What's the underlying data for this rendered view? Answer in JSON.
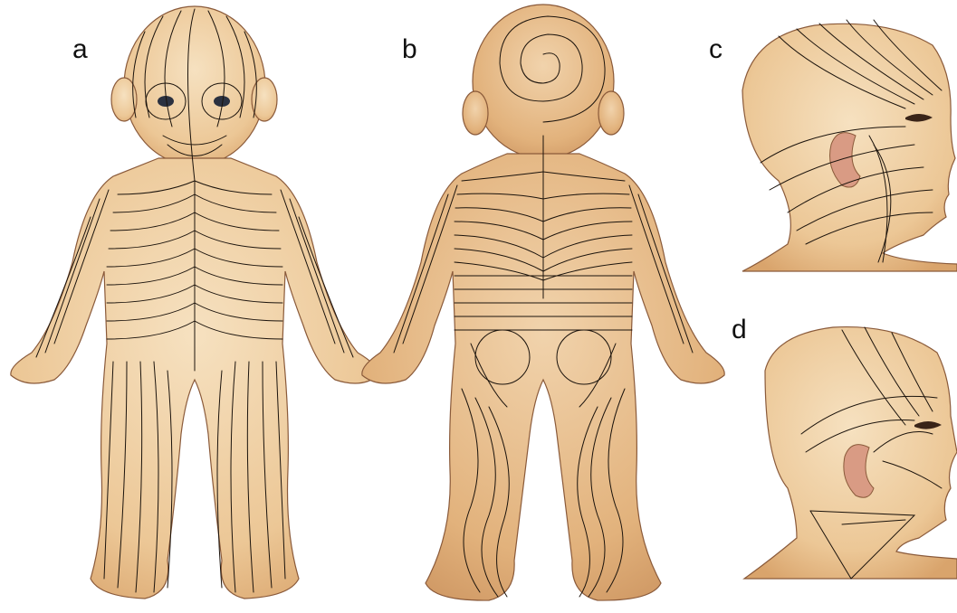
{
  "panels": [
    {
      "id": "a",
      "label": "a"
    },
    {
      "id": "b",
      "label": "b"
    },
    {
      "id": "c",
      "label": "c"
    },
    {
      "id": "d",
      "label": "d"
    }
  ],
  "colors": {
    "skin_light": "#f3d9b4",
    "skin_mid": "#e6bb87",
    "skin_dark": "#c98d5a",
    "line": "#1b130c",
    "outline": "#8a5a3a"
  }
}
